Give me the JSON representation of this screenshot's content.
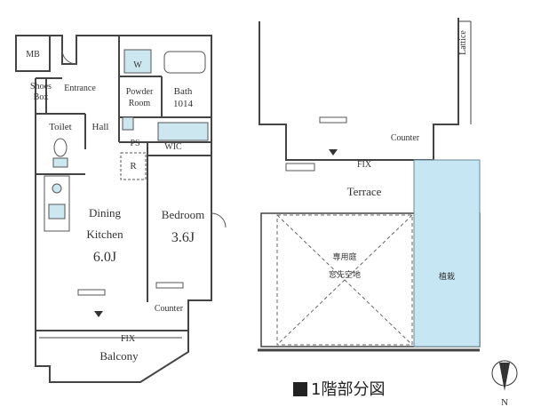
{
  "colors": {
    "wall": "#444444",
    "planting": "#c5e6f2",
    "fixture": "#cde7f0",
    "room_fill": "#ffffff"
  },
  "left_unit": {
    "mb": "MB",
    "shoes_box": [
      "Shoes",
      "Box"
    ],
    "entrance": "Entrance",
    "washer": "W",
    "powder_room": [
      "Powder",
      "Room"
    ],
    "bath": [
      "Bath",
      "1014"
    ],
    "toilet": "Toilet",
    "hall": "Hall",
    "ps": "PS",
    "wic": "WIC",
    "refrigerator": "R",
    "dining_kitchen": [
      "Dining",
      "Kitchen",
      "6.0J"
    ],
    "bedroom": [
      "Bedroom",
      "3.6J"
    ],
    "counter": "Counter",
    "fix": "FIX",
    "balcony": "Balcony"
  },
  "right_unit": {
    "lattice": "Lattice",
    "counter": "Counter",
    "fix": "FIX",
    "terrace": "Terrace",
    "private_garden": "専用庭",
    "window_space": "窓先空地",
    "planting": "植栽"
  },
  "north": "N",
  "caption": "1階部分図"
}
